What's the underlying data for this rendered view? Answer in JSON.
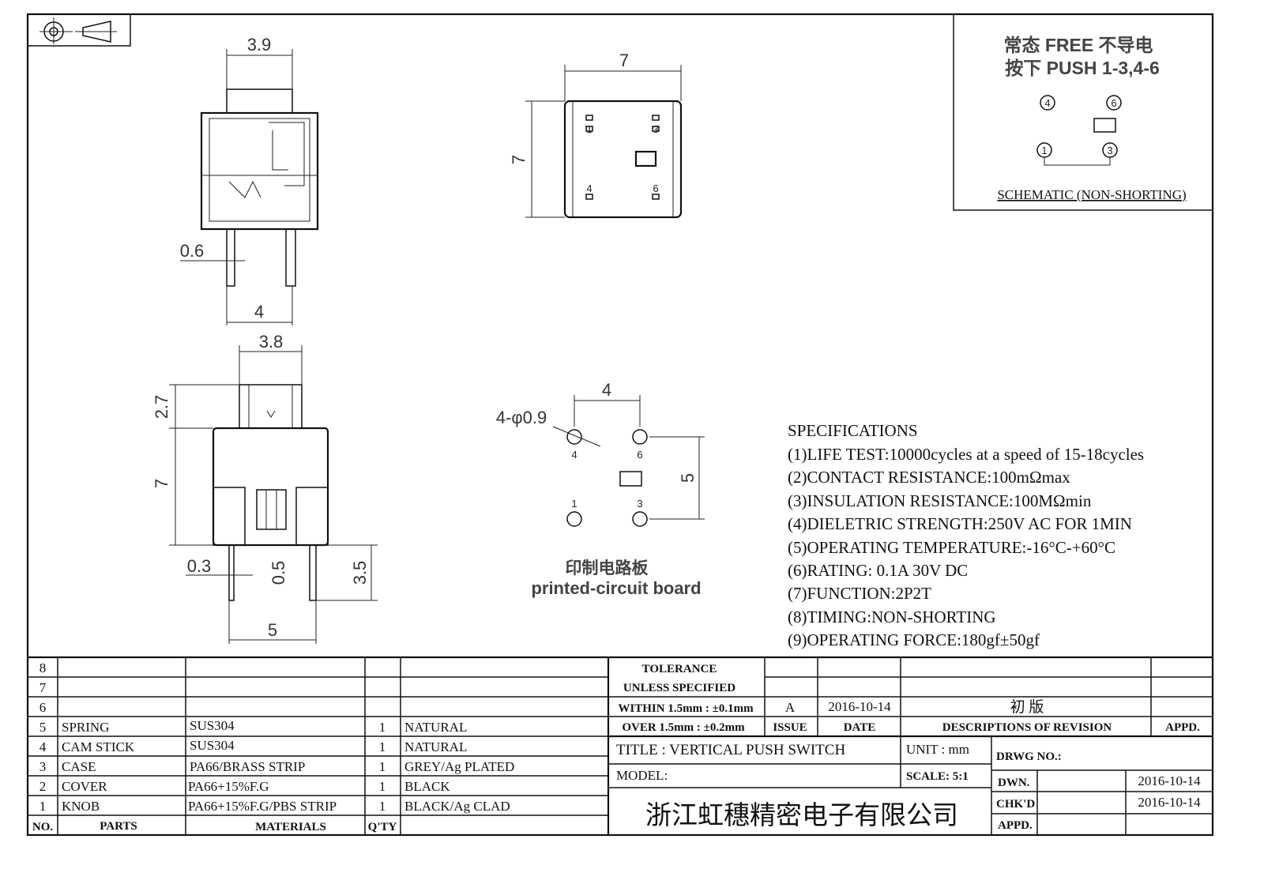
{
  "dimensions": {
    "top_view_knob_width": "3.9",
    "top_view_pin_width": "0.6",
    "top_view_pin_pitch": "4",
    "plan_width": "7",
    "plan_height": "7",
    "front_knob_width": "3.8",
    "front_knob_height": "2.7",
    "front_body_height": "7",
    "front_pin_thickness": "0.3",
    "front_pin_inner": "0.5",
    "front_pin_length": "3.5",
    "front_pin_pitch": "5",
    "pcb_hole_spec": "4-φ0.9",
    "pcb_pitch_x": "4",
    "pcb_pitch_y": "5"
  },
  "pin_labels": {
    "p1": "1",
    "p3": "3",
    "p4": "4",
    "p6": "6"
  },
  "pcb": {
    "label_cn": "印制电路板",
    "label_en": "printed-circuit board"
  },
  "schematic": {
    "line1": "常态 FREE 不导电",
    "line2": "按下 PUSH 1-3,4-6",
    "pins": [
      "④",
      "⑥",
      "①",
      "③"
    ],
    "caption": "SCHEMATIC (NON-SHORTING)"
  },
  "specifications": {
    "title": "SPECIFICATIONS",
    "items": [
      "(1)LIFE TEST:10000cycles at a speed of 15-18cycles",
      "(2)CONTACT RESISTANCE:100mΩmax",
      "(3)INSULATION RESISTANCE:100MΩmin",
      "(4)DIELETRIC STRENGTH:250V AC FOR 1MIN",
      "(5)OPERATING TEMPERATURE:-16°C-+60°C",
      "(6)RATING: 0.1A 30V DC",
      "(7)FUNCTION:2P2T",
      "(8)TIMING:NON-SHORTING",
      "(9)OPERATING FORCE:180gf±50gf"
    ]
  },
  "parts_table": {
    "headers": {
      "no": "NO.",
      "parts": "PARTS",
      "materials": "MATERIALS",
      "qty": "Q'TY"
    },
    "rows": [
      {
        "no": "8",
        "part": "",
        "material": "",
        "qty": "",
        "finish": ""
      },
      {
        "no": "7",
        "part": "",
        "material": "",
        "qty": "",
        "finish": ""
      },
      {
        "no": "6",
        "part": "",
        "material": "",
        "qty": "",
        "finish": ""
      },
      {
        "no": "5",
        "part": "SPRING",
        "material": "SUS304",
        "qty": "1",
        "finish": "NATURAL"
      },
      {
        "no": "4",
        "part": "CAM STICK",
        "material": "SUS304",
        "qty": "1",
        "finish": "NATURAL"
      },
      {
        "no": "3",
        "part": "CASE",
        "material": "PA66/BRASS STRIP",
        "qty": "1",
        "finish": "GREY/Ag PLATED"
      },
      {
        "no": "2",
        "part": "COVER",
        "material": "PA66+15%F.G",
        "qty": "1",
        "finish": "BLACK"
      },
      {
        "no": "1",
        "part": "KNOB",
        "material": "PA66+15%F.G/PBS STRIP",
        "qty": "1",
        "finish": "BLACK/Ag CLAD"
      }
    ]
  },
  "title_block": {
    "tolerance_1": "TOLERANCE",
    "tolerance_2": "UNLESS SPECIFIED",
    "within": "WITHIN 1.5mm : ±0.1mm",
    "over": "OVER 1.5mm : ±0.2mm",
    "issue_value": "A",
    "date_value": "2016-10-14",
    "revision_value": "初 版",
    "issue_label": "ISSUE",
    "date_label": "DATE",
    "desc_label": "DESCRIPTIONS OF REVISION",
    "appd_label": "APPD.",
    "title": "TITLE :  VERTICAL PUSH SWITCH",
    "unit": "UNIT :  mm",
    "drwg_no": "DRWG NO.:",
    "model": "MODEL:",
    "scale": "SCALE:  5:1",
    "company": "浙江虹穗精密电子有限公司",
    "dwn_label": "DWN.",
    "dwn_date": "2016-10-14",
    "chkd_label": "CHK'D",
    "chkd_date": "2016-10-14",
    "appd2_label": "APPD."
  }
}
